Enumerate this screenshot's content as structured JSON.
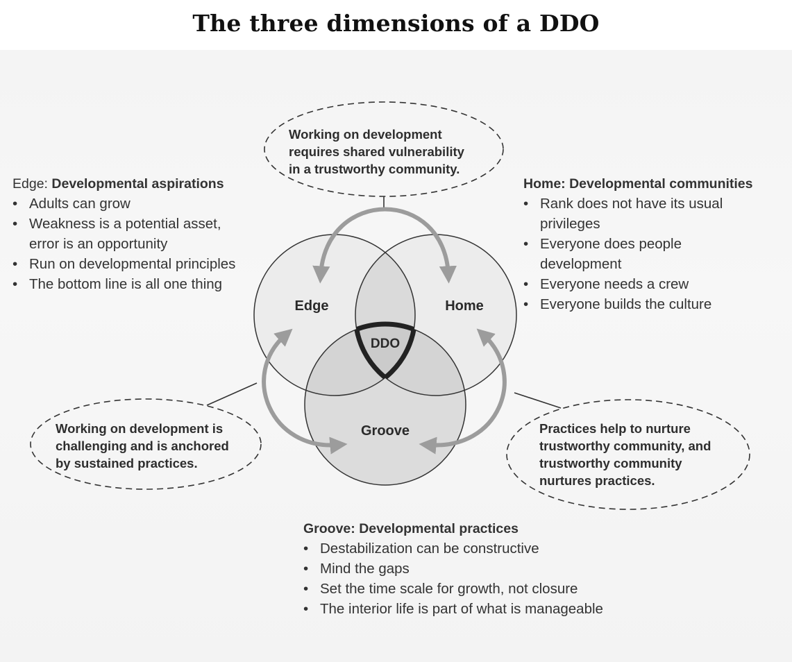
{
  "title": "The three dimensions of a DDO",
  "circles": {
    "edge": "Edge",
    "home": "Home",
    "groove": "Groove",
    "center": "DDO"
  },
  "notes": {
    "top": [
      "Working on development",
      "requires shared vulnerability",
      "in a trustworthy community."
    ],
    "left": [
      "Working on development is",
      "challenging and is anchored",
      "by sustained practices."
    ],
    "right": [
      "Practices help to nurture",
      "trustworthy community, and",
      "trustworthy community",
      "nurtures practices."
    ]
  },
  "edge_block": {
    "label": "Edge:",
    "heading": "Developmental aspirations",
    "items": [
      "Adults can grow",
      "Weakness is a potential asset, error is an opportunity",
      "Run on developmental principles",
      "The bottom line is all one thing"
    ]
  },
  "home_block": {
    "label": "Home:",
    "heading": "Developmental communities",
    "items": [
      "Rank does not have its usual privileges",
      "Everyone does people development",
      "Everyone needs a crew",
      "Everyone builds the culture"
    ]
  },
  "groove_block": {
    "label": "Groove:",
    "heading": "Developmental practices",
    "items": [
      "Destabilization can be constructive",
      "Mind the gaps",
      "Set the time scale for growth, not closure",
      "The interior life is part of what is manageable"
    ]
  },
  "colors": {
    "circle_fill": "#e9e9e9",
    "overlap_fill": "#d9d9d9",
    "center_fill": "#cfcfcf",
    "arrow": "#9c9c9c",
    "stroke": "#333333"
  }
}
